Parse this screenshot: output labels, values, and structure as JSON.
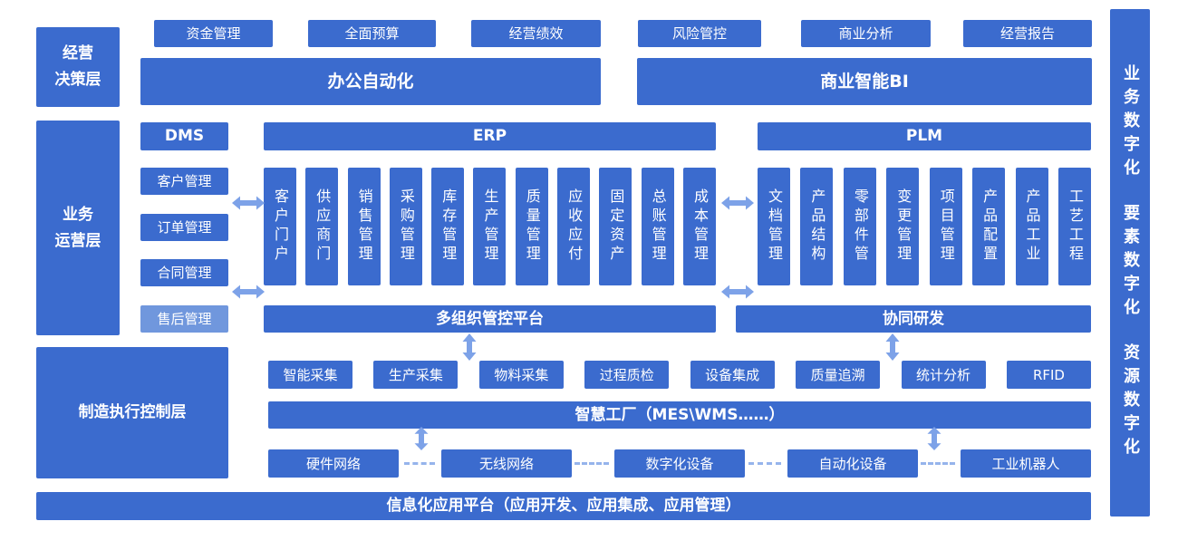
{
  "palette": {
    "primary": "#3b6bce",
    "arrow": "#7da2e8",
    "highlight": "#7097dd"
  },
  "left_layers": {
    "decision": {
      "lines": [
        "经营",
        "决策层"
      ]
    },
    "business": {
      "lines": [
        "业务",
        "运营层"
      ]
    },
    "manufacturing": {
      "label": "制造执行控制层"
    }
  },
  "right_rail": {
    "groups": [
      "业务数字化",
      "要素数字化",
      "资源数字化"
    ]
  },
  "decision_layer": {
    "apps": [
      "资金管理",
      "全面预算",
      "经营绩效",
      "风险管控",
      "商业分析",
      "经营报告"
    ],
    "oa_label": "办公自动化",
    "bi_label": "商业智能BI"
  },
  "business_layer": {
    "dms": {
      "title": "DMS",
      "items": [
        "客户管理",
        "订单管理",
        "合同管理",
        "售后管理"
      ]
    },
    "erp": {
      "title": "ERP",
      "modules": [
        "客户门户",
        "供应商门",
        "销售管理",
        "采购管理",
        "库存管理",
        "生产管理",
        "质量管理",
        "应收应付",
        "固定资产",
        "总账管理",
        "成本管理"
      ],
      "platform": "多组织管控平台"
    },
    "plm": {
      "title": "PLM",
      "modules": [
        "文档管理",
        "产品结构",
        "零部件管",
        "变更管理",
        "项目管理",
        "产品配置",
        "产品工业",
        "工艺工程"
      ],
      "platform": "协同研发"
    }
  },
  "mes_layer": {
    "capabilities": [
      "智能采集",
      "生产采集",
      "物料采集",
      "过程质检",
      "设备集成",
      "质量追溯",
      "统计分析",
      "RFID"
    ],
    "factory_label": "智慧工厂（MES\\WMS……）",
    "devices": [
      "硬件网络",
      "无线网络",
      "数字化设备",
      "自动化设备",
      "工业机器人"
    ]
  },
  "foundation": {
    "platform_label": "信息化应用平台（应用开发、应用集成、应用管理）"
  }
}
